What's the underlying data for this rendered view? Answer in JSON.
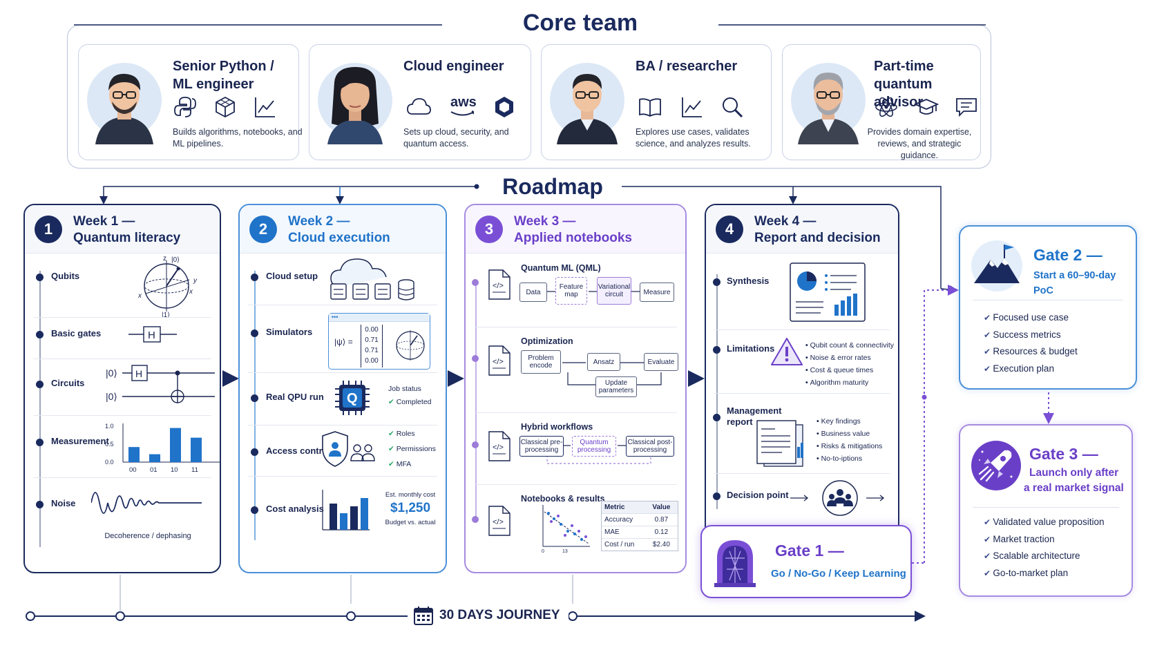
{
  "core_team": {
    "title": "Core team",
    "members": [
      {
        "role_line1": "Senior Python /",
        "role_line2": "ML engineer",
        "icons": [
          "python-icon",
          "cube-icon",
          "line-chart-icon"
        ],
        "description": "Builds algorithms, notebooks, and ML pipelines."
      },
      {
        "role_line1": "Cloud engineer",
        "role_line2": "",
        "icons": [
          "cloud-icon",
          "aws-icon",
          "hexagon-icon"
        ],
        "aws_text": "aws",
        "description": "Sets up cloud, security, and quantum access."
      },
      {
        "role_line1": "BA / researcher",
        "role_line2": "",
        "icons": [
          "book-icon",
          "line-chart-icon",
          "magnifier-icon"
        ],
        "description": "Explores use cases, validates science, and analyzes results."
      },
      {
        "role_line1": "Part-time",
        "role_line2": "quantum advisor",
        "icons": [
          "atom-icon",
          "graduation-cap-icon",
          "chat-icon"
        ],
        "description": "Provides domain expertise, reviews, and strategic guidance."
      }
    ]
  },
  "roadmap": {
    "title": "Roadmap",
    "weeks": [
      {
        "num": "1",
        "title_line1": "Week 1 —",
        "title_line2": "Quantum literacy",
        "color": "#1a2a5e",
        "items": [
          "Qubits",
          "Basic gates",
          "Circuits",
          "Measurement",
          "Noise"
        ],
        "bloch_labels": {
          "z": "z",
          "ket0": "|0⟩",
          "ket1": "|1⟩",
          "x": "x",
          "y": "y"
        },
        "gate_h": "H",
        "circuit_ket0": "|0⟩",
        "measurement": {
          "yticks": [
            "1.0",
            "0.5",
            "0.0"
          ],
          "categories": [
            "00",
            "01",
            "10",
            "11"
          ],
          "values": [
            0.42,
            0.22,
            0.95,
            0.68
          ]
        },
        "noise_caption": "Decoherence / dephasing"
      },
      {
        "num": "2",
        "title_line1": "Week 2 —",
        "title_line2": "Cloud execution",
        "color": "#1f73c9",
        "items": [
          "Cloud setup",
          "Simulators",
          "Real QPU run",
          "Access control",
          "Cost analysis"
        ],
        "state_vector": [
          "0.00",
          "0.71",
          "0.71",
          "0.00"
        ],
        "psi_label": "|ψ⟩ =",
        "qpu_letter": "Q",
        "job_status_label": "Job status",
        "job_status_value": "Completed",
        "access_items": [
          "Roles",
          "Permissions",
          "MFA"
        ],
        "cost_label": "Est. monthly cost",
        "cost_value": "$1,250",
        "cost_caption": "Budget vs. actual"
      },
      {
        "num": "3",
        "title_line1": "Week 3 —",
        "title_line2": "Applied notebooks",
        "color": "#7a4fd6",
        "items": [
          "Quantum ML (QML)",
          "Optimization",
          "Hybrid workflows",
          "Notebooks & results"
        ],
        "qml_flow": [
          "Data",
          "Feature map",
          "Variational circuit",
          "Measure"
        ],
        "opt_flow": [
          "Problem encode",
          "Ansatz",
          "Evaluate",
          "Update parameters"
        ],
        "hybrid_flow": [
          "Classical pre-processing",
          "Quantum processing",
          "Classical post-processing"
        ],
        "results_table": {
          "headers": [
            "Metric",
            "Value"
          ],
          "rows": [
            [
              "Accuracy",
              "0.87"
            ],
            [
              "MAE",
              "0.12"
            ],
            [
              "Cost / run",
              "$2.40"
            ]
          ]
        },
        "scatter_ticks": [
          "0",
          "13"
        ]
      },
      {
        "num": "4",
        "title_line1": "Week 4 —",
        "title_line2": "Report and decision",
        "color": "#1a2a5e",
        "items": [
          "Synthesis",
          "Limitations",
          "Management report",
          "Decision point"
        ],
        "limitations": [
          "Qubit count & connectivity",
          "Noise & error rates",
          "Cost & queue times",
          "Algorithm maturity"
        ],
        "report_items": [
          "Key findings",
          "Business value",
          "Risks & mitigations",
          "No-to-iptions"
        ]
      }
    ]
  },
  "gates": {
    "gate1": {
      "title": "Gate 1 —",
      "subtitle": "Go / No-Go / Keep Learning"
    },
    "gate2": {
      "title": "Gate 2 —",
      "subtitle": "Start a 60–90-day PoC",
      "items": [
        "Focused use case",
        "Success metrics",
        "Resources & budget",
        "Execution plan"
      ]
    },
    "gate3": {
      "title": "Gate 3 —",
      "subtitle_line1": "Launch only after",
      "subtitle_line2": "a real market signal",
      "items": [
        "Validated value proposition",
        "Market traction",
        "Scalable architecture",
        "Go-to-market plan"
      ]
    }
  },
  "timeline": {
    "label": "30 DAYS JOURNEY"
  },
  "colors": {
    "navy": "#1a2a5e",
    "blue": "#1f73c9",
    "purple": "#7a4fd6",
    "check_green": "#2aa56b"
  }
}
